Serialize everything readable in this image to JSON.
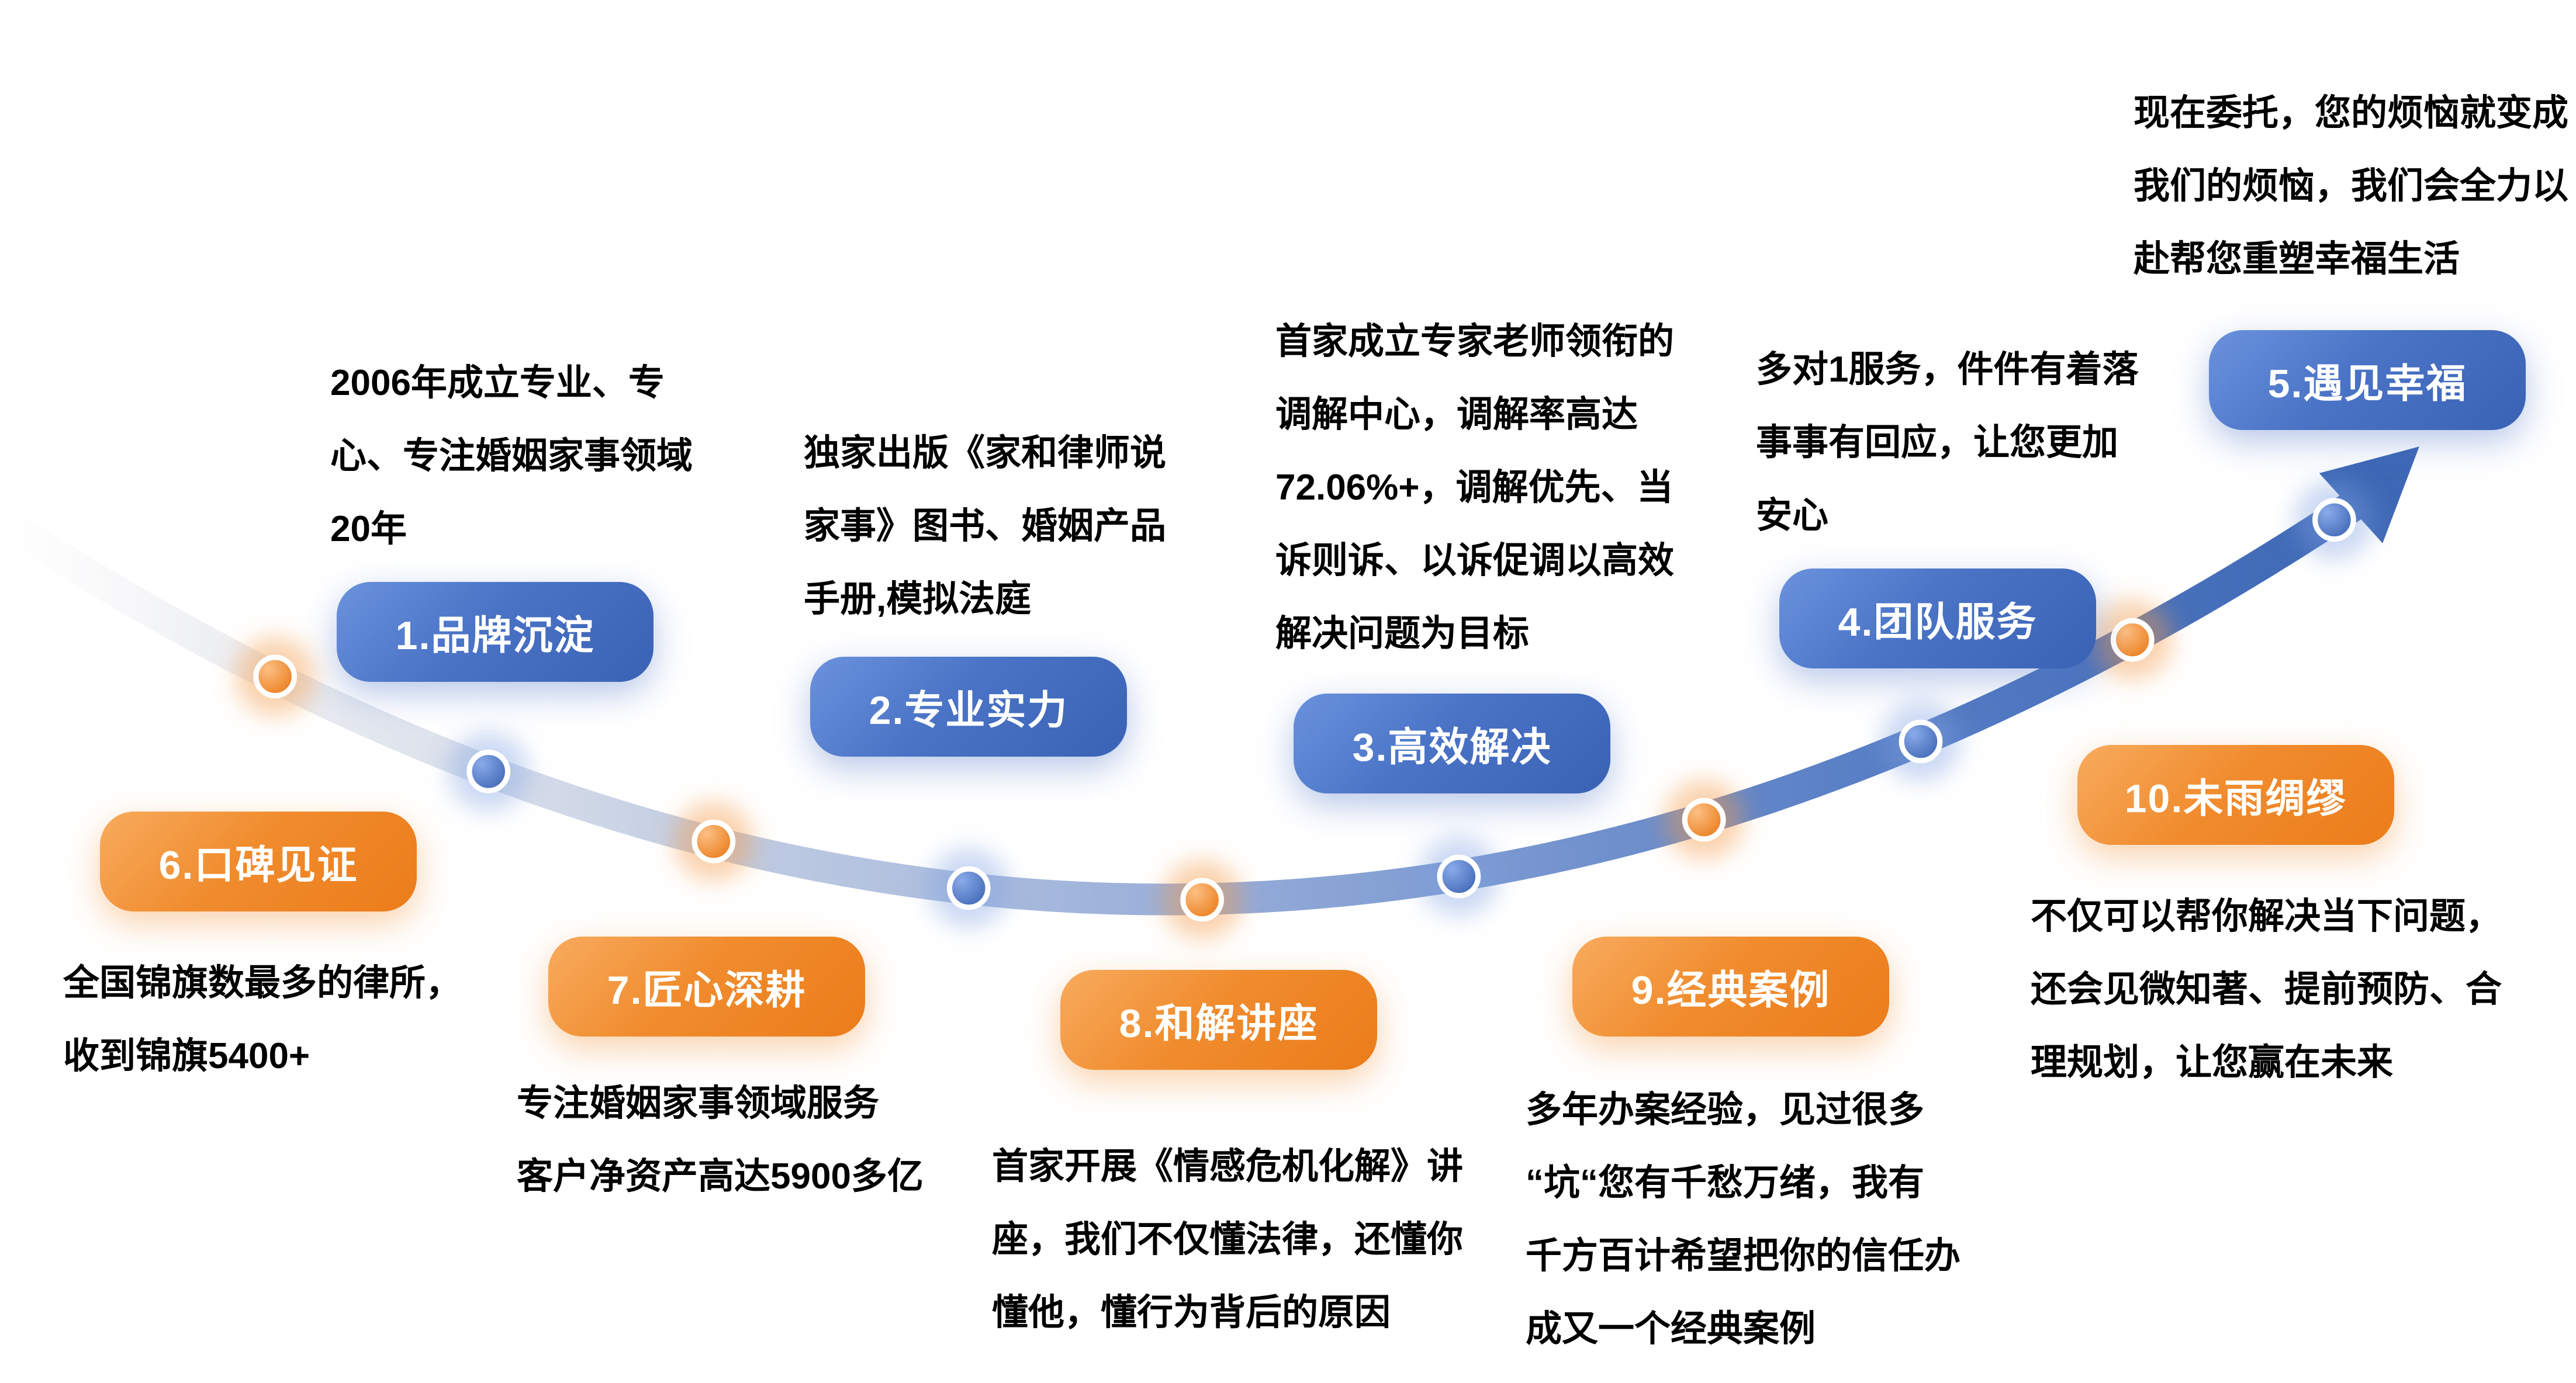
{
  "colors": {
    "blue_accent": "#3e68b5",
    "orange_accent": "#ee7d1f",
    "curve_fade": "#e3e6ec",
    "text": "#000000"
  },
  "milestones": [
    {
      "label": "1.品牌沉淀",
      "theme": "blue",
      "desc_lines": [
        "2006年成立专业、专",
        "心、专注婚姻家事领域",
        "20年"
      ]
    },
    {
      "label": "2.专业实力",
      "theme": "blue",
      "desc_lines": [
        "独家出版《家和律师说",
        "家事》图书、婚姻产品",
        "手册,模拟法庭"
      ]
    },
    {
      "label": "3.高效解决",
      "theme": "blue",
      "desc_lines": [
        "首家成立专家老师领衔的",
        "调解中心，调解率高达",
        "72.06%+，调解优先、当",
        "诉则诉、以诉促调以高效",
        "解决问题为目标"
      ]
    },
    {
      "label": "4.团队服务",
      "theme": "blue",
      "desc_lines": [
        "多对1服务，件件有着落",
        "事事有回应，让您更加",
        "安心"
      ]
    },
    {
      "label": "5.遇见幸福",
      "theme": "blue",
      "desc_lines": [
        "现在委托，您的烦恼就变成",
        "我们的烦恼，我们会全力以",
        "赴帮您重塑幸福生活"
      ]
    },
    {
      "label": "6.口碑见证",
      "theme": "orange",
      "desc_lines": [
        "全国锦旗数最多的律所，",
        "收到锦旗5400+"
      ]
    },
    {
      "label": "7.匠心深耕",
      "theme": "orange",
      "desc_lines": [
        "专注婚姻家事领域服务",
        "客户净资产高达5900多亿"
      ]
    },
    {
      "label": "8.和解讲座",
      "theme": "orange",
      "desc_lines": [
        "首家开展《情感危机化解》讲",
        "座，我们不仅懂法律，还懂你",
        "懂他，懂行为背后的原因"
      ]
    },
    {
      "label": "9.经典案例",
      "theme": "orange",
      "desc_lines": [
        "多年办案经验，见过很多",
        "“坑“您有千愁万绪，我有",
        "千方百计希望把你的信任办",
        "成又一个经典案例"
      ]
    },
    {
      "label": "10.未雨绸缪",
      "theme": "orange",
      "desc_lines": [
        "不仅可以帮你解决当下问题，",
        "还会见微知著、提前预防、合",
        "理规划，让您赢在未来"
      ]
    }
  ]
}
